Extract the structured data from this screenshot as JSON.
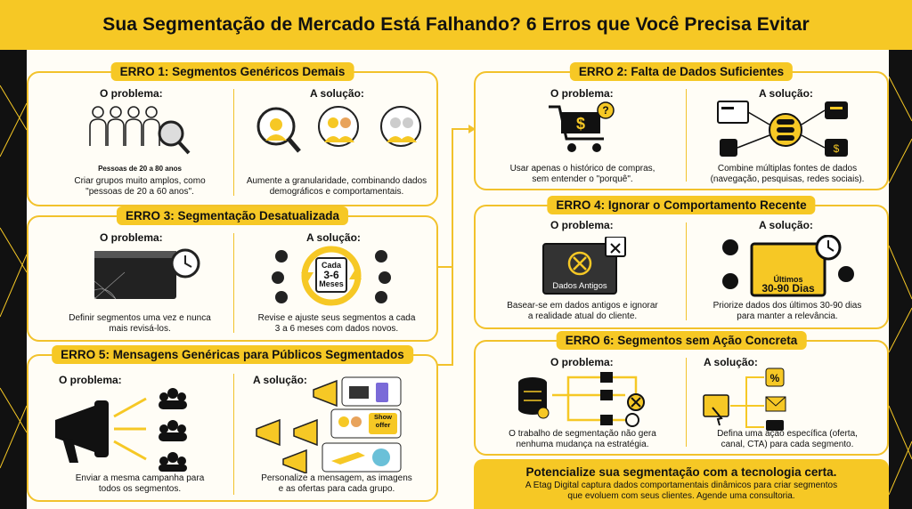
{
  "header": {
    "title": "Sua Segmentação de Mercado Está Falhando? 6 Erros que Você Precisa Evitar"
  },
  "colors": {
    "accent": "#f6c825",
    "dark": "#111111",
    "card_border": "#f2c22c"
  },
  "errors": [
    {
      "title": "ERRO 1: Segmentos Genéricos Demais",
      "problem_label": "O problema:",
      "problem_caption": "Pessoas de 20 a 80 anos",
      "problem_text_1": "Criar grupos muito amplos, como",
      "problem_text_2": "\"pessoas de 20 a 60 anos\".",
      "solution_label": "A solução:",
      "solution_text_1": "Aumente a granularidade, combinando dados",
      "solution_text_2": "demográficos e comportamentais."
    },
    {
      "title": "ERRO 2: Falta de Dados Suficientes",
      "problem_label": "O problema:",
      "problem_text_1": "Usar apenas o histórico de compras,",
      "problem_text_2": "sem entender o \"porquê\".",
      "solution_label": "A solução:",
      "solution_text_1": "Combine múltiplas fontes de dados",
      "solution_text_2": "(navegação, pesquisas, redes sociais)."
    },
    {
      "title": "ERRO 3: Segmentação Desatualizada",
      "problem_label": "O problema:",
      "problem_text_1": "Definir segmentos uma vez e nunca",
      "problem_text_2": "mais revisá-los.",
      "solution_label": "A solução:",
      "calendar_top": "Cada",
      "calendar_mid": "3-6",
      "calendar_bot": "Meses",
      "solution_text_1": "Revise e ajuste seus segmentos a cada",
      "solution_text_2": "3 a 6 meses com dados novos."
    },
    {
      "title": "ERRO 4: Ignorar o Comportamento Recente",
      "problem_label": "O problema:",
      "screen_label": "Dados Antigos",
      "problem_text_1": "Basear-se em dados antigos e ignorar",
      "problem_text_2": "a realidade atual do cliente.",
      "solution_label": "A solução:",
      "screen_top": "Últimos",
      "screen_big": "30-90 Dias",
      "solution_text_1": "Priorize dados dos últimos 30-90 dias",
      "solution_text_2": "para manter a relevância."
    },
    {
      "title": "ERRO 5: Mensagens Genéricas para Públicos Segmentados",
      "problem_label": "O problema:",
      "problem_text_1": "Enviar a mesma campanha para",
      "problem_text_2": "todos os segmentos.",
      "solution_label": "A solução:",
      "offer_label": "Show offer",
      "solution_text_1": "Personalize a mensagem, as imagens",
      "solution_text_2": "e as ofertas para cada grupo."
    },
    {
      "title": "ERRO 6: Segmentos sem Ação Concreta",
      "problem_label": "O problema:",
      "problem_text_1": "O trabalho de segmentação não gera",
      "problem_text_2": "nenhuma mudança na estratégia.",
      "solution_label": "A solução:",
      "solution_text_1": "Defina uma ação específica (oferta,",
      "solution_text_2": "canal, CTA) para cada segmento."
    }
  ],
  "cta": {
    "title": "Potencialize sua segmentação com a tecnologia certa.",
    "text_1": "A Etag Digital captura dados comportamentais dinâmicos para criar segmentos",
    "text_2": "que evoluem com seus clientes. Agende uma consultoria."
  }
}
